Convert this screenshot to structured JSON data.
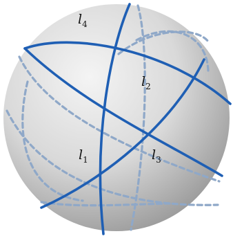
{
  "figure": {
    "description_free": true,
    "colors": {
      "sphere_highlight": "#f4f4f4",
      "sphere_mid": "#d9d9d9",
      "sphere_shadow": "#9c9c9c",
      "front_line": "#1f5fb4",
      "back_line": "#8fa8c8"
    },
    "lines": [
      {
        "id": "l1",
        "letter": "l",
        "index": "1"
      },
      {
        "id": "l2",
        "letter": "l",
        "index": "2"
      },
      {
        "id": "l3",
        "letter": "l",
        "index": "3"
      },
      {
        "id": "l4",
        "letter": "l",
        "index": "4"
      }
    ]
  }
}
